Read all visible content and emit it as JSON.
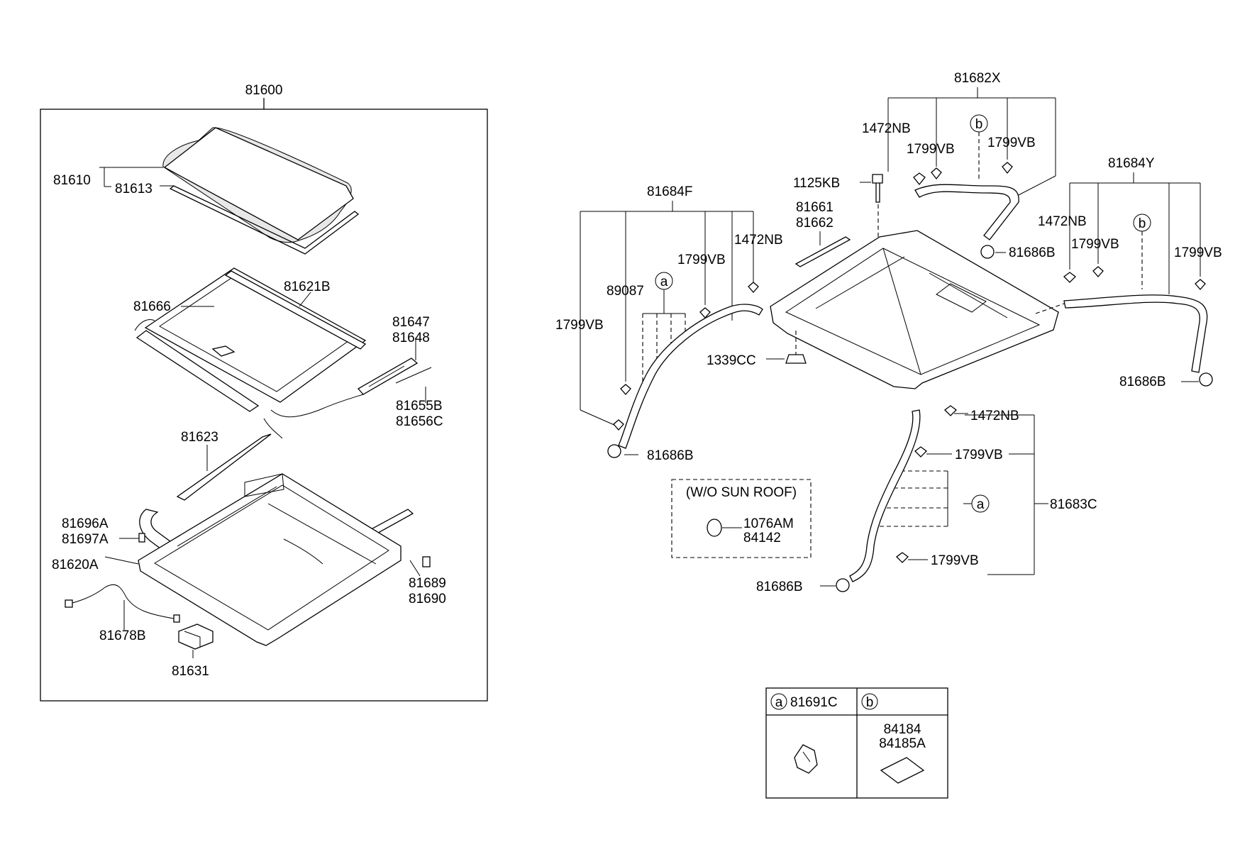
{
  "left_group": {
    "assembly": "81600",
    "glass": "81610",
    "glass_seal": "81613",
    "sunshade": "81621B",
    "shade_part": "81666",
    "rail_a": "81647",
    "rail_b": "81648",
    "cable_a": "81655B",
    "cable_b": "81656C",
    "weatherstrip": "81623",
    "stop_a": "81696A",
    "stop_b": "81697A",
    "frame": "81620A",
    "bumper_a": "81689",
    "bumper_b": "81690",
    "harness": "81678B",
    "motor": "81631"
  },
  "right_group": {
    "hose_front_right": "81682X",
    "clip_1472nb": "1472NB",
    "clip_1799vb": "1799VB",
    "bolt": "1125KB",
    "deflector_a": "81661",
    "deflector_b": "81662",
    "grommet": "81686B",
    "hose_rear_right": "81684Y",
    "hose_front_left": "81684F",
    "clip_89087": "89087",
    "nut": "1339CC",
    "hose_rear_left": "81683C",
    "wo_label": "(W/O SUN ROOF)",
    "plug_a": "1076AM",
    "plug_b": "84142"
  },
  "legend": {
    "marker_a": "a",
    "marker_b": "b",
    "a_part": "81691C",
    "b_part_a": "84184",
    "b_part_b": "84185A"
  }
}
